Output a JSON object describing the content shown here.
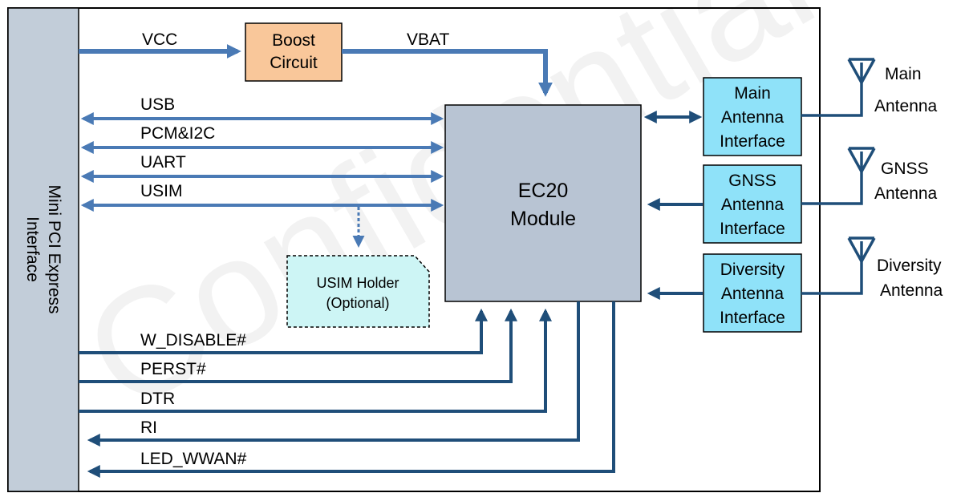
{
  "watermark": "Confidential",
  "colors": {
    "bus": "#4a7ab5",
    "signal": "#1f4e79",
    "left_panel": "#c2cdd9",
    "module": "#b8c4d3",
    "boost": "#f9c79a",
    "antenna_if": "#8fe2f9",
    "holder": "#cdf5f5"
  },
  "left_panel": {
    "line1": "Mini PCI Express",
    "line2": "Interface"
  },
  "power": {
    "vcc": "VCC",
    "vbat": "VBAT",
    "boost_line1": "Boost",
    "boost_line2": "Circuit"
  },
  "buses": {
    "usb": "USB",
    "pcm": "PCM&I2C",
    "uart": "UART",
    "usim": "USIM"
  },
  "module": {
    "line1": "EC20",
    "line2": "Module"
  },
  "usim_holder": {
    "line1": "USIM Holder",
    "line2": "(Optional)"
  },
  "signals": {
    "w_disable": "W_DISABLE#",
    "perst": "PERST#",
    "dtr": "DTR",
    "ri": "RI",
    "led": "LED_WWAN#"
  },
  "antenna_interfaces": {
    "main": {
      "line1": "Main",
      "line2": "Antenna",
      "line3": "Interface"
    },
    "gnss": {
      "line1": "GNSS",
      "line2": "Antenna",
      "line3": "Interface"
    },
    "diversity": {
      "line1": "Diversity",
      "line2": "Antenna",
      "line3": "Interface"
    }
  },
  "antennas": {
    "main": {
      "line1": "Main",
      "line2": "Antenna"
    },
    "gnss": {
      "line1": "GNSS",
      "line2": "Antenna"
    },
    "diversity": {
      "line1": "Diversity",
      "line2": "Antenna"
    }
  }
}
